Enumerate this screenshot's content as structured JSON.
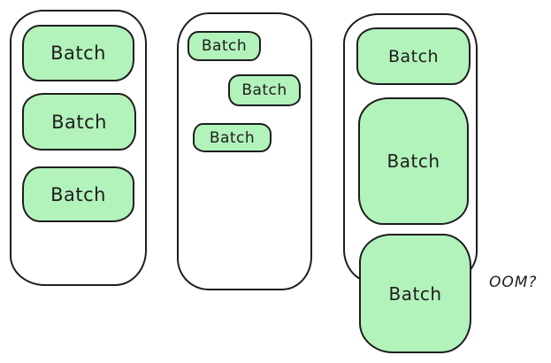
{
  "diagram": {
    "description": "hand-drawn batching memory diagram",
    "colors": {
      "batch_fill": "#b2f2bb",
      "stroke": "#1e1e1e",
      "container_fill": "#ffffff",
      "page_bg": "#ffffff"
    },
    "containers": [
      {
        "name": "left",
        "batches": [
          "Batch",
          "Batch",
          "Batch"
        ]
      },
      {
        "name": "middle",
        "batches": [
          "Batch",
          "Batch",
          "Batch"
        ]
      },
      {
        "name": "right",
        "batches": [
          "Batch",
          "Batch",
          "Batch"
        ]
      }
    ],
    "annotation": "OOM?"
  }
}
